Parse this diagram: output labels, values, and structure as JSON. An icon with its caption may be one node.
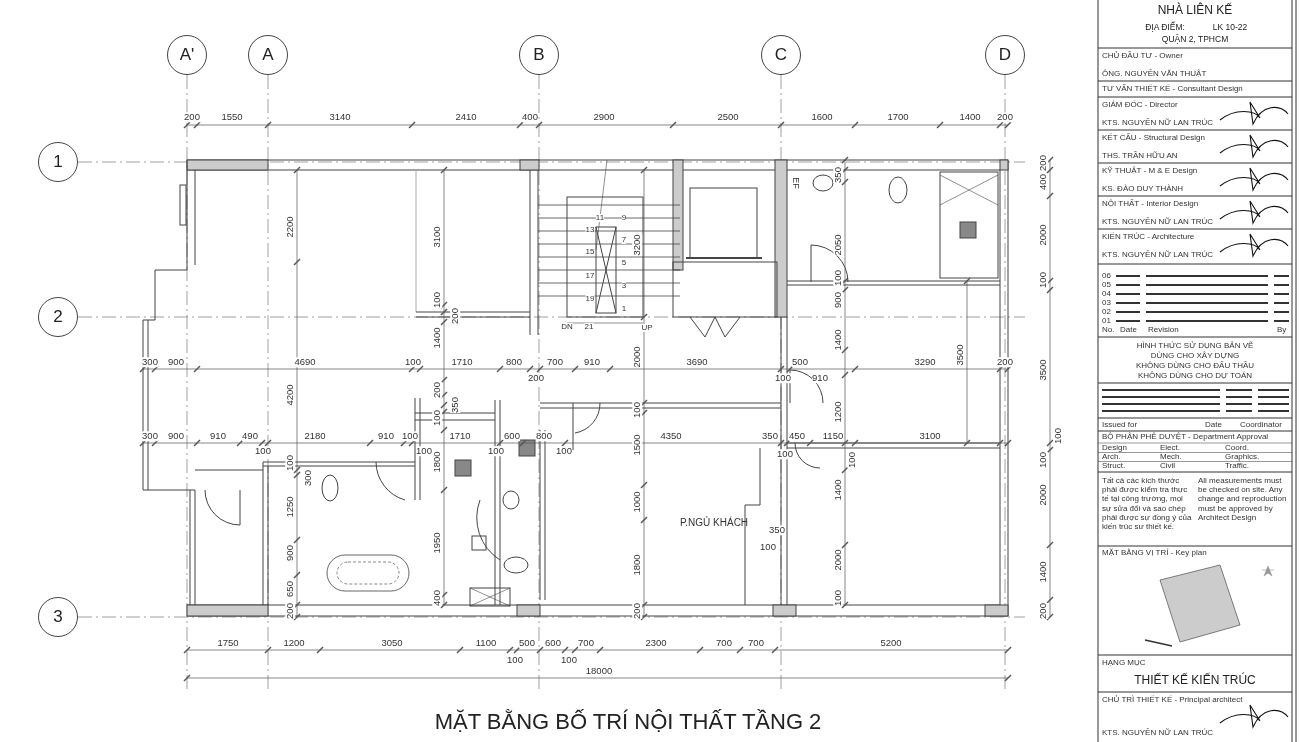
{
  "diagram": {
    "title": "MẶT BẰNG BỐ TRÍ NỘI THẤT TẦNG 2",
    "nodes": [
      {
        "text": [
          "A'"
        ]
      },
      {
        "text": [
          "A"
        ]
      },
      {
        "text": [
          "B"
        ]
      },
      {
        "text": [
          "C"
        ]
      },
      {
        "text": [
          "D"
        ]
      },
      {
        "text": [
          "1"
        ]
      },
      {
        "text": [
          "2"
        ]
      },
      {
        "text": [
          "3"
        ]
      }
    ],
    "labels": [
      "200",
      "1550",
      "3140",
      "2410",
      "400",
      "2900",
      "2500",
      "1600",
      "1700",
      "1400",
      "200",
      "200",
      "400",
      "2000",
      "100",
      "11",
      "9",
      "13",
      "7",
      "15",
      "5",
      "17",
      "3",
      "19",
      "1",
      "DN",
      "21",
      "UP",
      "2200",
      "3100",
      "3200",
      "EF",
      "350",
      "2050",
      "3500",
      "100",
      "200",
      "100",
      "900",
      "1400",
      "2000",
      "1400",
      "300",
      "900",
      "4690",
      "100",
      "1710",
      "800",
      "700",
      "910",
      "3690",
      "500",
      "3290",
      "200",
      "3500",
      "200",
      "100",
      "910",
      "4200",
      "200",
      "350",
      "100",
      "100",
      "1200",
      "300",
      "900",
      "910",
      "490",
      "2180",
      "910",
      "100",
      "1710",
      "600",
      "800",
      "4350",
      "350",
      "450",
      "1150",
      "3100",
      "100",
      "100",
      "100",
      "100",
      "100",
      "100",
      "100",
      "300",
      "1800",
      "1500",
      "100",
      "100",
      "1250",
      "1000",
      "1400",
      "2000",
      "P.NGỦ KHÁCH",
      "350",
      "100",
      "1950",
      "900",
      "1800",
      "2000",
      "1400",
      "650",
      "400",
      "200",
      "200",
      "100",
      "200",
      "1750",
      "1200",
      "3050",
      "1100",
      "500",
      "600",
      "700",
      "2300",
      "700",
      "700",
      "5200",
      "100",
      "100",
      "18000",
      "NHÀ LIÊN KẾ",
      "ĐỊA ĐIỂM:",
      "LK 10-22",
      "QUẬN 2, TPHCM",
      "CHỦ ĐẦU TƯ - Owner",
      "ÔNG. NGUYỄN VĂN THUẬT",
      "TƯ VẤN THIẾT KẾ - Consultant Design",
      "GIÁM ĐỐC - Director",
      "KTS. NGUYỄN NỮ LAN TRÚC",
      "KẾT CẤU - Structural Design",
      "THS. TRẦN HỮU AN",
      "KỸ THUẬT - M & E Design",
      "KS. ĐÀO DUY THÀNH",
      "NỘI THẤT - Interior Design",
      "KTS. NGUYỄN NỮ LAN TRÚC",
      "KIẾN TRÚC - Architecture",
      "KTS. NGUYỄN NỮ LAN TRÚC",
      "06",
      "05",
      "04",
      "03",
      "02",
      "01",
      "No.",
      "Date",
      "Revision",
      "By",
      "HÌNH THỨC SỬ DỤNG BẢN VẼ",
      "DÙNG CHO XÂY DỰNG",
      "KHÔNG DÙNG CHO ĐẤU THẦU",
      "KHÔNG DÙNG CHO DỰ TOÁN",
      "Issued for",
      "Date",
      "Coordinator",
      "BỘ PHẬN PHÊ DUYỆT - Department Approval",
      "Design",
      "Elect.",
      "Coord.",
      "Arch.",
      "Mech.",
      "Graphics.",
      "Struct.",
      "Civil",
      "Traffic.",
      "Tất cả các kích thước phải được kiểm tra thực tế tại công trường, mọi sự sửa đổi và sao chép phải được sự đồng ý của kiến trúc sư thiết kế.",
      "All measurements must be checked on site. Any change and reproduction must be approved by Architect Design",
      "MẶT BẰNG VỊ TRÍ - Key plan",
      "HẠNG MỤC",
      "THIẾT KẾ KIẾN TRÚC",
      "CHỦ TRÌ THIẾT KẾ - Principal architect",
      "KTS. NGUYỄN NỮ LAN TRÚC"
    ]
  }
}
